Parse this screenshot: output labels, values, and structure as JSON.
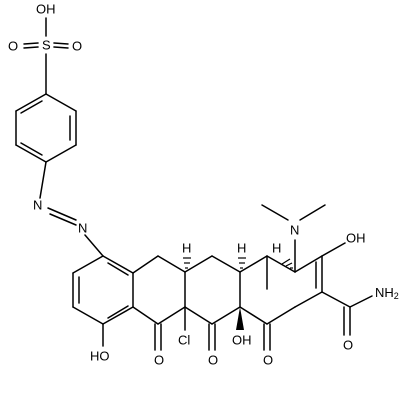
{
  "structure": {
    "atom_labels": {
      "sulfonic_oh": "OH",
      "sulfur": "S",
      "sulfonyl_o_left": "O",
      "sulfonyl_o_right": "O",
      "azo_n_top": "N",
      "azo_n_bottom": "N",
      "dimethylamino_n": "N",
      "enol_oh": "OH",
      "amide_nh2": "NH",
      "amide_nh2_subscript": "2",
      "amide_o": "O",
      "ketone_o_left": "O",
      "ketone_o_right": "O",
      "chloro": "Cl",
      "tertiary_oh": "OH",
      "phenol_oh": "HO",
      "stereo_h_4a": "H",
      "stereo_h_5a": "H",
      "stereo_h_4": "H"
    }
  }
}
